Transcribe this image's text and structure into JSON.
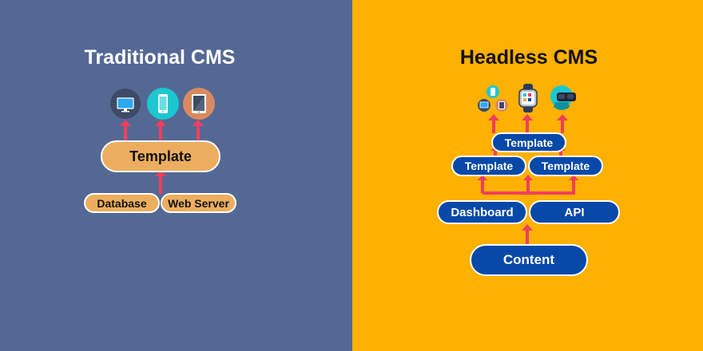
{
  "colors": {
    "left_bg": "#546894",
    "right_bg": "#FEB100",
    "tan": "#ECAE5E",
    "blue": "#0649A9",
    "arrow": "#F23E5C"
  },
  "traditional": {
    "title": "Traditional CMS",
    "devices": [
      {
        "icon": "desktop-icon",
        "color": "#3E4A66"
      },
      {
        "icon": "mobile-icon",
        "color": "#1CC7D0"
      },
      {
        "icon": "tablet-icon",
        "color": "#D98B5F"
      }
    ],
    "template_label": "Template",
    "database_label": "Database",
    "web_server_label": "Web Server"
  },
  "headless": {
    "title": "Headless CMS",
    "devices": [
      {
        "icon": "multi-device-icon"
      },
      {
        "icon": "smartwatch-icon"
      },
      {
        "icon": "vr-headset-icon"
      }
    ],
    "template_top_label": "Template",
    "template_left_label": "Template",
    "template_right_label": "Template",
    "dashboard_label": "Dashboard",
    "api_label": "API",
    "content_label": "Content"
  }
}
